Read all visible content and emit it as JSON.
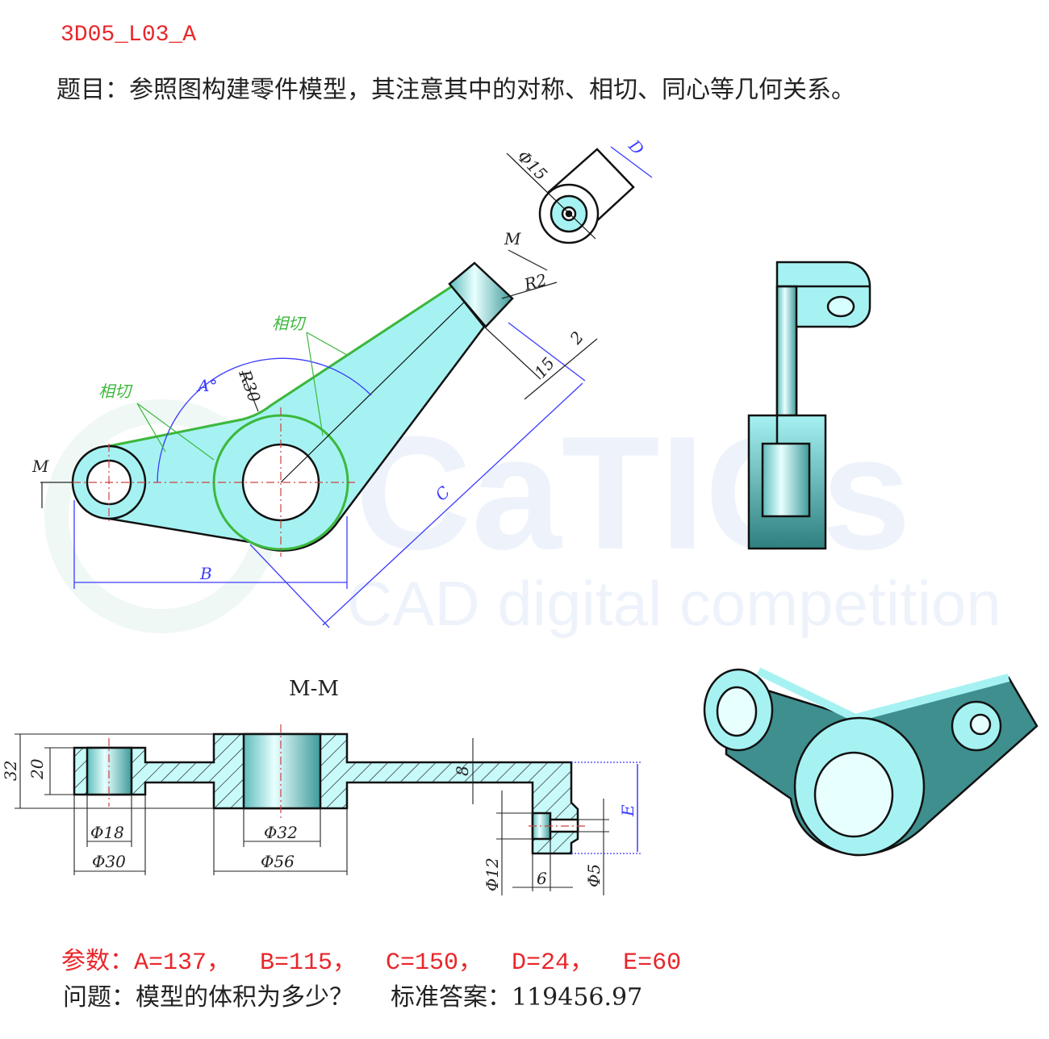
{
  "header": {
    "code": "3D05_L03_A",
    "question": "题目：参照图构建零件模型，其注意其中的对称、相切、同心等几何关系。"
  },
  "watermark": {
    "logo": "CaTICs",
    "subtitle": "CAD digital competition"
  },
  "main_view": {
    "section_mark": "M",
    "angle_label": "A°",
    "radius_label": "R30",
    "tangent_label": "相切",
    "r2_label": "R2",
    "dim_15": "15",
    "dim_2": "2",
    "dim_B": "B",
    "dim_C": "C"
  },
  "top_view": {
    "dia_label": "Φ15",
    "dim_D": "D"
  },
  "section": {
    "title": "M-M",
    "dims": {
      "h32": "32",
      "h20": "20",
      "d18": "Φ18",
      "d30": "Φ30",
      "d32": "Φ32",
      "d56": "Φ56",
      "t8": "8",
      "d12": "Φ12",
      "w6": "6",
      "d5": "Φ5",
      "E": "E"
    }
  },
  "params": {
    "label": "参数：",
    "items": [
      "A=137，",
      "B=115，",
      "C=150，",
      "D=24，",
      "E=60"
    ]
  },
  "footer": {
    "question": "问题：模型的体积为多少？",
    "answer_label": "标准答案：",
    "answer": "119456.97"
  },
  "colors": {
    "fill": "#a6f2f2",
    "dark": "#3f8f8f",
    "dim": "#3b3bff",
    "tangent": "#3cb83c",
    "red": "#e8262a"
  }
}
